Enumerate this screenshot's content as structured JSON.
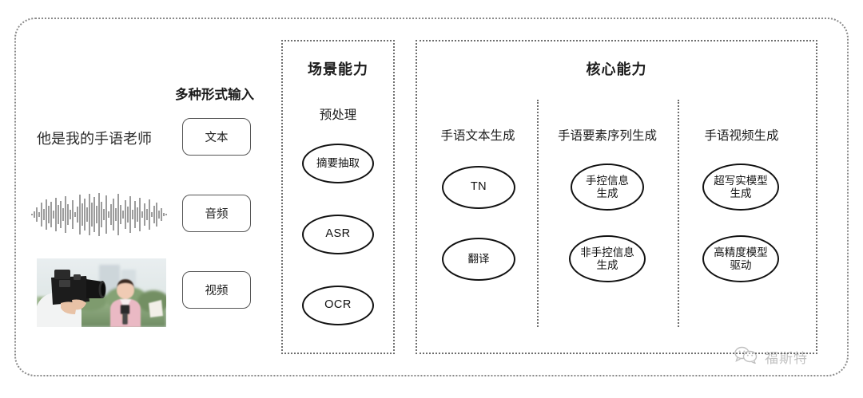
{
  "diagram": {
    "colors": {
      "frame": "#8a8a8a",
      "panel_border": "#6e6e6e",
      "node_border": "#111111",
      "text": "#1c1c1c",
      "watermark": "#6d6d6d"
    }
  },
  "input_section": {
    "heading": "多种形式输入",
    "sample_text": "他是我的手语老师",
    "modalities": [
      {
        "label": "文本",
        "media": "text-sample"
      },
      {
        "label": "音频",
        "media": "audio-waveform"
      },
      {
        "label": "视频",
        "media": "video-thumbnail"
      }
    ]
  },
  "scene_panel": {
    "title": "场景能力",
    "groups": [
      {
        "header": "预处理",
        "nodes": [
          {
            "label": "摘要抽取",
            "script": "han"
          },
          {
            "label": "ASR",
            "script": "latin"
          },
          {
            "label": "OCR",
            "script": "latin"
          }
        ]
      }
    ]
  },
  "core_panel": {
    "title": "核心能力",
    "columns": [
      {
        "header": "手语文本生成",
        "nodes": [
          {
            "line1": "TN",
            "line2": "",
            "script": "latin"
          },
          {
            "line1": "翻译",
            "line2": "",
            "script": "han"
          }
        ]
      },
      {
        "header": "手语要素序列生成",
        "nodes": [
          {
            "line1": "手控信息",
            "line2": "生成",
            "script": "han"
          },
          {
            "line1": "非手控信息",
            "line2": "生成",
            "script": "han"
          }
        ]
      },
      {
        "header": "手语视频生成",
        "nodes": [
          {
            "line1": "超写实模型",
            "line2": "生成",
            "script": "han"
          },
          {
            "line1": "高精度模型",
            "line2": "驱动",
            "script": "han"
          }
        ]
      }
    ]
  },
  "watermark": {
    "text": "福斯特",
    "icon": "wechat-bubble-icon"
  }
}
